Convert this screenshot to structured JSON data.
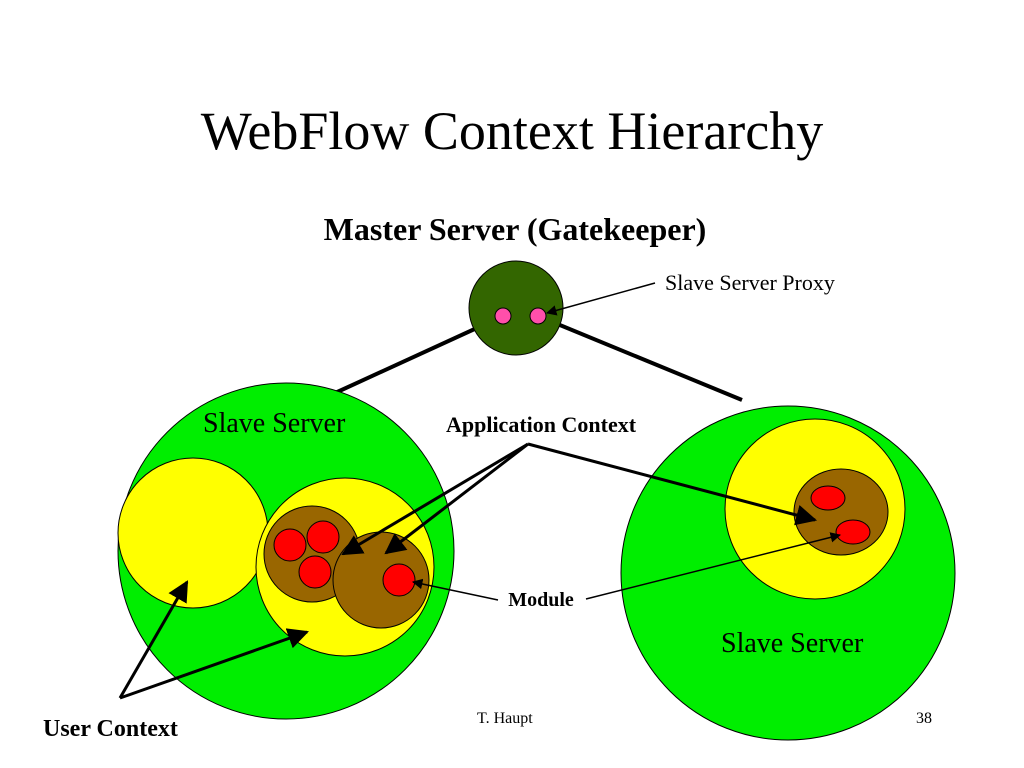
{
  "slide": {
    "title": "WebFlow Context Hierarchy",
    "footer_author": "T. Haupt",
    "page_number": "38"
  },
  "diagram": {
    "master_label": "Master Server (Gatekeeper)",
    "proxy_label": "Slave Server Proxy",
    "slave_left_label": "Slave Server",
    "slave_right_label": "Slave Server",
    "application_context_label": "Application Context",
    "module_label": "Module",
    "user_context_label": "User Context"
  },
  "colors": {
    "master_fill": "#336600",
    "slave_fill": "#00ee00",
    "user_context_fill": "#ffff00",
    "application_context_fill": "#996600",
    "module_fill": "#ff0000",
    "proxy_fill": "#ff4faa"
  }
}
